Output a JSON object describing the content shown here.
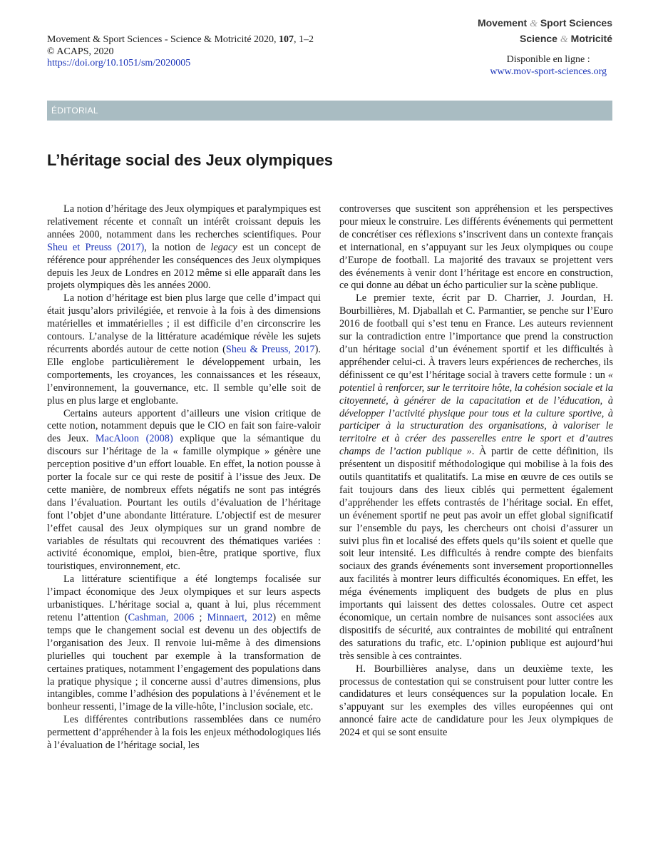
{
  "header": {
    "citation_journal": "Movement & Sport Sciences - Science & Motricité 2020, ",
    "citation_volume": "107",
    "citation_pages": ", 1–2",
    "copyright": "© ACAPS, 2020",
    "doi": "https://doi.org/10.1051/sm/2020005",
    "brand_line1_a": "Movement",
    "brand_line1_b": "Sport Sciences",
    "brand_line2_a": "Science",
    "brand_line2_b": "Motricité",
    "brand_amp": "&",
    "online_label": "Disponible en ligne :",
    "online_url": "www.mov-sport-sciences.org"
  },
  "section_label": "ÉDITORIAL",
  "title": "L’héritage social des Jeux olympiques",
  "colors": {
    "link": "#1a33b8",
    "section_bar": "#a9bcc2"
  },
  "left": {
    "p1a": "La notion d’héritage des Jeux olympiques et paralympiques est relativement récente et connaît un intérêt croissant depuis les années 2000, notamment dans les recherches scientifiques. Pour ",
    "p1_ref": "Sheu et Preuss (2017)",
    "p1b": ", la notion de ",
    "p1_em": "legacy",
    "p1c": " est un concept de référence pour appréhender les conséquences des Jeux olympiques depuis les Jeux de Londres en 2012 même si elle apparaît dans les projets olympiques dès les années 2000.",
    "p2a": "La notion d’héritage est bien plus large que celle d’impact qui était jusqu’alors privilégiée, et renvoie à la fois à des dimensions matérielles et immatérielles ; il est difficile d’en circonscrire les contours. L’analyse de la littérature académique révèle les sujets récurrents abordés autour de cette notion (",
    "p2_ref": "Sheu & Preuss, 2017",
    "p2b": "). Elle englobe particulièrement le développement urbain, les comportements, les croyances, les connaissances et les réseaux, l’environnement, la gouvernance, etc. Il semble qu’elle soit de plus en plus large et englobante.",
    "p3a": "Certains auteurs apportent d’ailleurs une vision critique de cette notion, notamment depuis que le CIO en fait son faire-valoir des Jeux. ",
    "p3_ref": "MacAloon (2008)",
    "p3b": " explique que la sémantique du discours sur l’héritage de la « famille olympique » génère une perception positive d’un effort louable. En effet, la notion pousse à porter la focale sur ce qui reste de positif à l’issue des Jeux. De cette manière, de nombreux effets négatifs ne sont pas intégrés dans l’évaluation. Pourtant les outils d’évaluation de l’héritage font l’objet d’une abondante littérature. L’objectif est de mesurer l’effet causal des Jeux olympiques sur un grand nombre de variables de résultats qui recouvrent des thématiques variées : activité économique, emploi, bien-être, pratique sportive, flux touristiques, environnement, etc.",
    "p4a": "La littérature scientifique a été longtemps focalisée sur l’impact économique des Jeux olympiques et sur leurs aspects urbanistiques. L’héritage social a, quant à lui, plus récemment retenu l’attention (",
    "p4_ref1": "Cashman, 2006",
    "p4_sep": " ; ",
    "p4_ref2": "Minnaert, 2012",
    "p4b": ") en même temps que le changement social est devenu un des objectifs de l’organisation des Jeux. Il renvoie lui-même à des dimensions plurielles qui touchent par exemple à la transformation de certaines pratiques, notamment l’engagement des populations dans la pratique physique ; il concerne aussi d’autres dimensions, plus intangibles, comme l’adhésion des populations à l’événement et le bonheur ressenti, l’image de la ville-hôte, l’inclusion sociale, etc.",
    "p5": "Les différentes contributions rassemblées dans ce numéro permettent d’appréhender à la fois les enjeux méthodologiques liés à l’évaluation de l’héritage social, les"
  },
  "right": {
    "p1": "controverses que suscitent son appréhension et les perspectives pour mieux le construire. Les différents événements qui permettent de concrétiser ces réflexions s’inscrivent dans un contexte français et international, en s’appuyant sur les Jeux olympiques ou coupe d’Europe de football. La majorité des travaux se projettent vers des événements à venir dont l’héritage est encore en construction, ce qui donne au débat un écho particulier sur la scène publique.",
    "p2a": "Le premier texte, écrit par D. Charrier, J. Jourdan, H. Bourbillières, M. Djaballah et C. Parmantier, se penche sur l’Euro 2016 de football qui s’est tenu en France. Les auteurs reviennent sur la contradiction entre l’importance que prend la construction d’un héritage social d’un événement sportif et les difficultés à appréhender celui-ci. À travers leurs expériences de recherches, ils définissent ce qu’est l’héritage social à travers cette formule : un ",
    "p2_quote": "« potentiel à renforcer, sur le territoire hôte, la cohésion sociale et la citoyenneté, à générer de la capacitation et de l’éducation, à développer l’activité physique pour tous et la culture sportive, à participer à la structuration des organisations, à valoriser le territoire et à créer des passerelles entre le sport et d’autres champs de l’action publique »",
    "p2b": ". À partir de cette définition, ils présentent un dispositif méthodologique qui mobilise à la fois des outils quantitatifs et qualitatifs. La mise en œuvre de ces outils se fait toujours dans des lieux ciblés qui permettent également d’appréhender les effets contrastés de l’héritage social. En effet, un événement sportif ne peut pas avoir un effet global significatif sur l’ensemble du pays, les chercheurs ont choisi d’assurer un suivi plus fin et localisé des effets quels qu’ils soient et quelle que soit leur intensité. Les difficultés à rendre compte des bienfaits sociaux des grands événements sont inversement proportionnelles aux facilités à montrer leurs difficultés économiques. En effet, les méga événements impliquent des budgets de plus en plus importants qui laissent des dettes colossales. Outre cet aspect économique, un certain nombre de nuisances sont associées aux dispositifs de sécurité, aux contraintes de mobilité qui entraînent des saturations du trafic, etc. L’opinion publique est aujourd’hui très sensible à ces contraintes.",
    "p3": "H. Bourbillières analyse, dans un deuxième texte, les processus de contestation qui se construisent pour lutter contre les candidatures et leurs conséquences sur la population locale. En s’appuyant sur les exemples des villes européennes qui ont annoncé faire acte de candidature pour les Jeux olympiques de 2024 et qui se sont ensuite"
  }
}
